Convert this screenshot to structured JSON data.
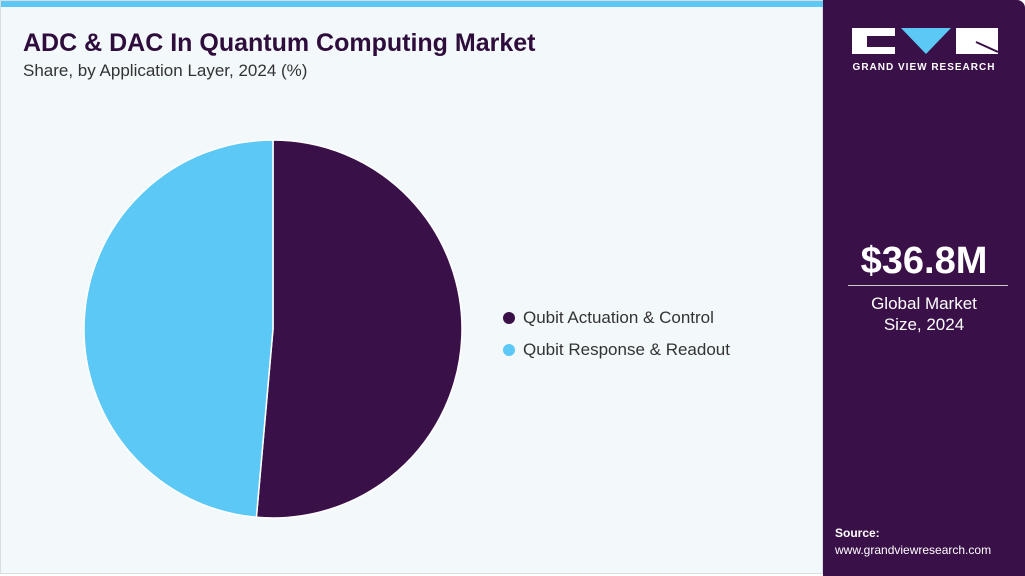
{
  "title": "ADC & DAC In Quantum Computing Market",
  "subtitle": "Share, by Application Layer, 2024 (%)",
  "brand": {
    "name": "GRAND VIEW RESEARCH",
    "colors": {
      "panel": "#3a1048",
      "accent": "#5bc8f5"
    }
  },
  "market": {
    "value": "$36.8M",
    "label": "Global Market Size, 2024"
  },
  "source": {
    "label": "Source:",
    "url": "www.grandviewresearch.com"
  },
  "chart_data": {
    "type": "pie",
    "title": "ADC & DAC In Quantum Computing Market",
    "subtitle": "Share, by Application Layer, 2024 (%)",
    "legend_position": "right",
    "slices": [
      {
        "name": "Qubit Actuation & Control",
        "value": 51.4,
        "color": "#3a1048"
      },
      {
        "name": "Qubit Response & Readout",
        "value": 48.6,
        "color": "#5bc8f5"
      }
    ]
  }
}
